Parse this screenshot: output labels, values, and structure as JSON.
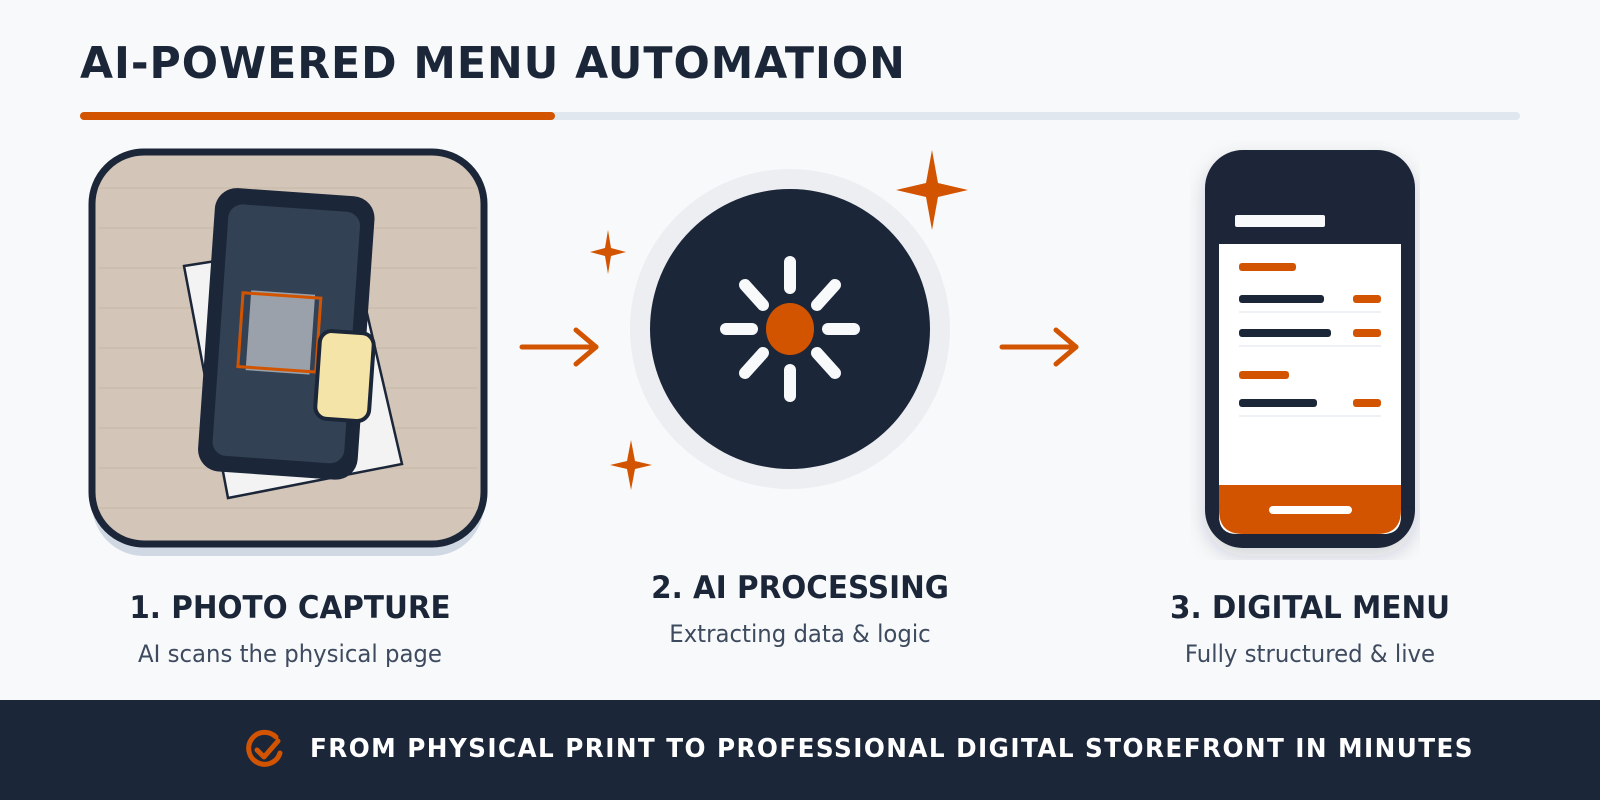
{
  "header": {
    "title": "AI-POWERED MENU AUTOMATION",
    "progress_percent": 33
  },
  "steps": [
    {
      "number": 1,
      "title": "1. PHOTO CAPTURE",
      "subtitle": "AI scans the physical page",
      "icon": "phone-camera-scan-icon"
    },
    {
      "number": 2,
      "title": "2. AI PROCESSING",
      "subtitle": "Extracting data & logic",
      "icon": "ai-processing-spinner-icon"
    },
    {
      "number": 3,
      "title": "3. DIGITAL MENU",
      "subtitle": "Fully structured & live",
      "icon": "digital-menu-phone-icon"
    }
  ],
  "footer": {
    "icon": "check-circle-icon",
    "text": "FROM PHYSICAL PRINT TO PROFESSIONAL DIGITAL STOREFRONT IN MINUTES"
  },
  "colors": {
    "accent": "#d35400",
    "navy": "#1c2639",
    "background": "#f7f9fb",
    "track": "#e1e7ef",
    "card_bg": "#d3c6b8",
    "note": "#f5e4a8"
  }
}
